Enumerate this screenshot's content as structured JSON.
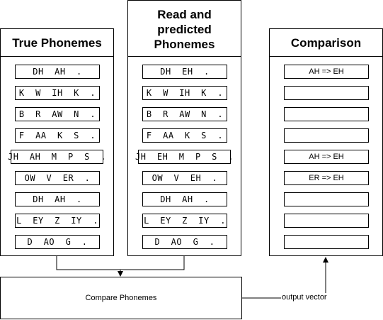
{
  "true_panel": {
    "title": "True Phonemes",
    "rows": [
      "DH  AH  .",
      "K  W  IH  K  .",
      "B  R  AW  N  .",
      "F  AA  K  S  .",
      "JH  AH  M  P  S  .",
      "OW  V  ER  .",
      "DH  AH  .",
      "L  EY  Z  IY  .",
      "D  AO  G  ."
    ]
  },
  "pred_panel": {
    "title_lines": [
      "Read and",
      "predicted",
      "Phonemes"
    ],
    "rows": [
      "DH  EH  .",
      "K  W  IH  K  .",
      "B  R  AW  N  .",
      "F  AA  K  S  .",
      "JH  EH  M  P  S  .",
      "OW  V  EH  .",
      "DH  AH  .",
      "L  EY  Z  IY  .",
      "D  AO  G  ."
    ]
  },
  "comparison_panel": {
    "title": "Comparison",
    "rows": [
      "AH => EH",
      "",
      "",
      "",
      "AH => EH",
      "ER => EH",
      "",
      "",
      ""
    ]
  },
  "compare_box": {
    "label": "Compare Phonemes"
  },
  "output_label": "output vector"
}
